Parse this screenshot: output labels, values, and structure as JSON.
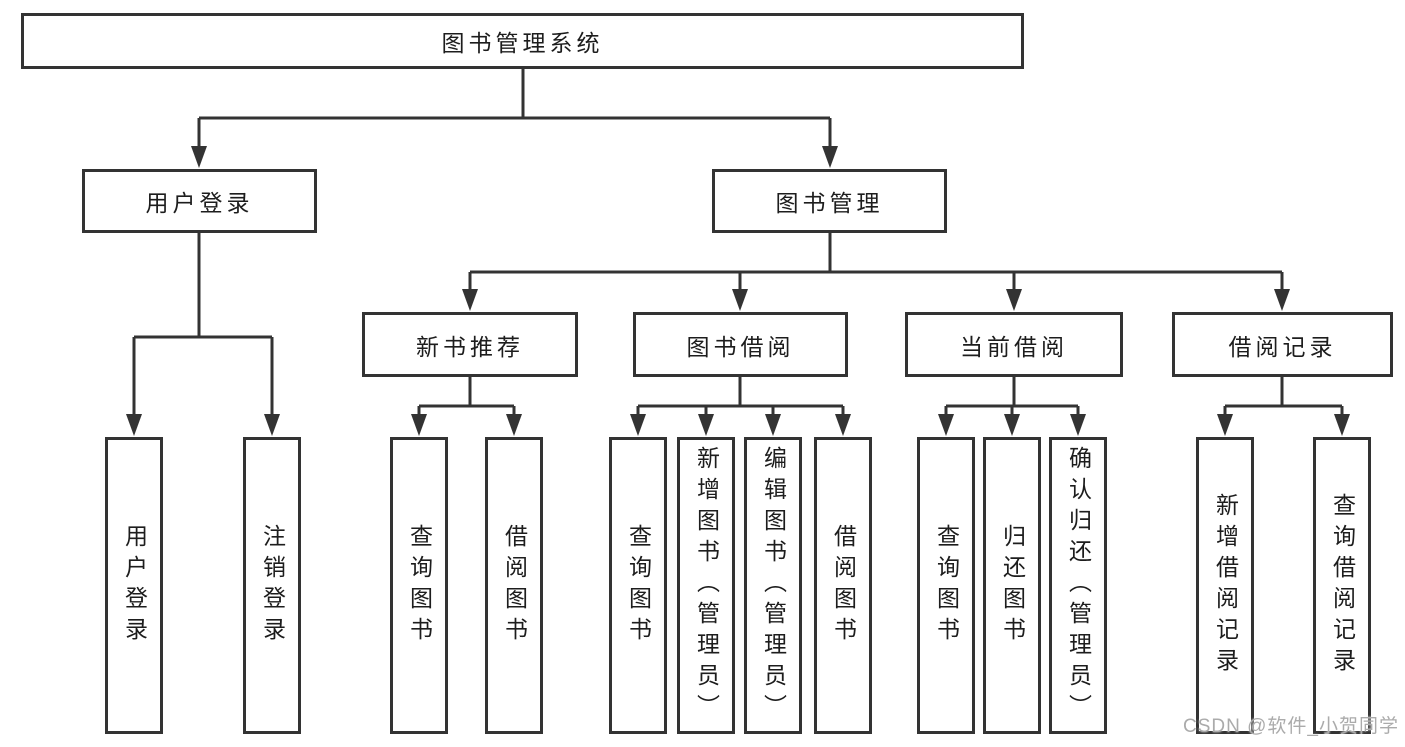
{
  "colors": {
    "line": "#333333",
    "text": "#1d1d1d",
    "background": "#ffffff",
    "watermark": "#ababab"
  },
  "tree": {
    "root": {
      "label": "图书管理系统"
    },
    "level2": [
      {
        "label": "用户登录"
      },
      {
        "label": "图书管理"
      }
    ],
    "level3": [
      {
        "label": "新书推荐"
      },
      {
        "label": "图书借阅"
      },
      {
        "label": "当前借阅"
      },
      {
        "label": "借阅记录"
      }
    ],
    "leaves": [
      {
        "label": "用户登录"
      },
      {
        "label": "注销登录"
      },
      {
        "label": "查询图书"
      },
      {
        "label": "借阅图书"
      },
      {
        "label": "查询图书"
      },
      {
        "label": "新增图书（管理员）"
      },
      {
        "label": "编辑图书（管理员）"
      },
      {
        "label": "借阅图书"
      },
      {
        "label": "查询图书"
      },
      {
        "label": "归还图书"
      },
      {
        "label": "确认归还（管理员）"
      },
      {
        "label": "新增借阅记录"
      },
      {
        "label": "查询借阅记录"
      }
    ]
  },
  "watermark": {
    "text": "CSDN @软件_小贺同学"
  }
}
